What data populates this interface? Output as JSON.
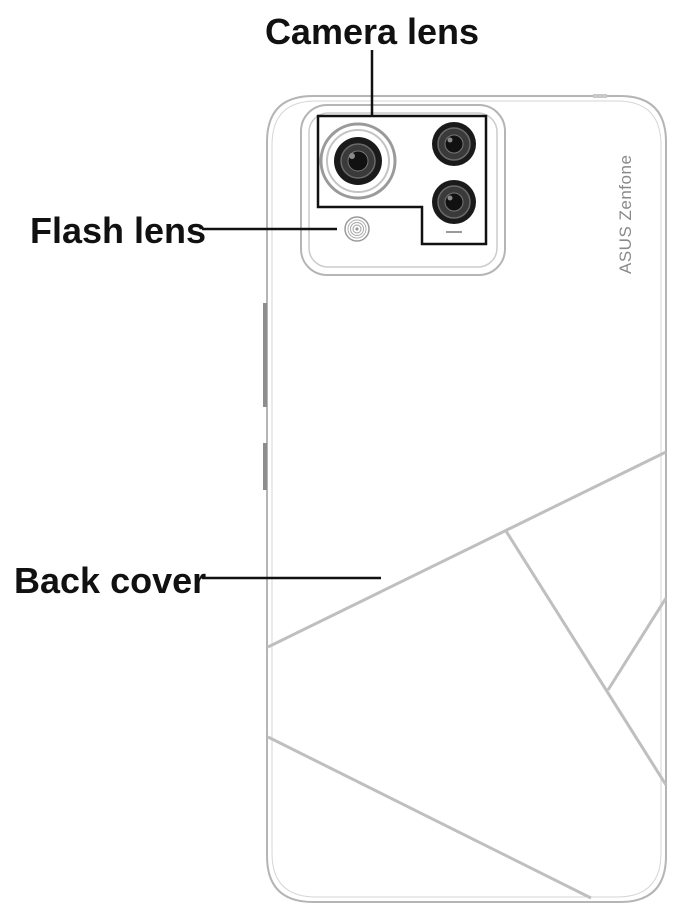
{
  "labels": {
    "camera_lens": "Camera lens",
    "flash_lens": "Flash lens",
    "back_cover": "Back cover"
  },
  "phone": {
    "brand_text": "ASUS Zenfone"
  },
  "colors": {
    "label_text": "#111111",
    "leader_line": "#111111",
    "phone_outline": "#b5b5b5",
    "decor_lines": "#bfbfbf",
    "lens_dark": "#1a1a1a",
    "brand_text": "#8a8a8a"
  }
}
